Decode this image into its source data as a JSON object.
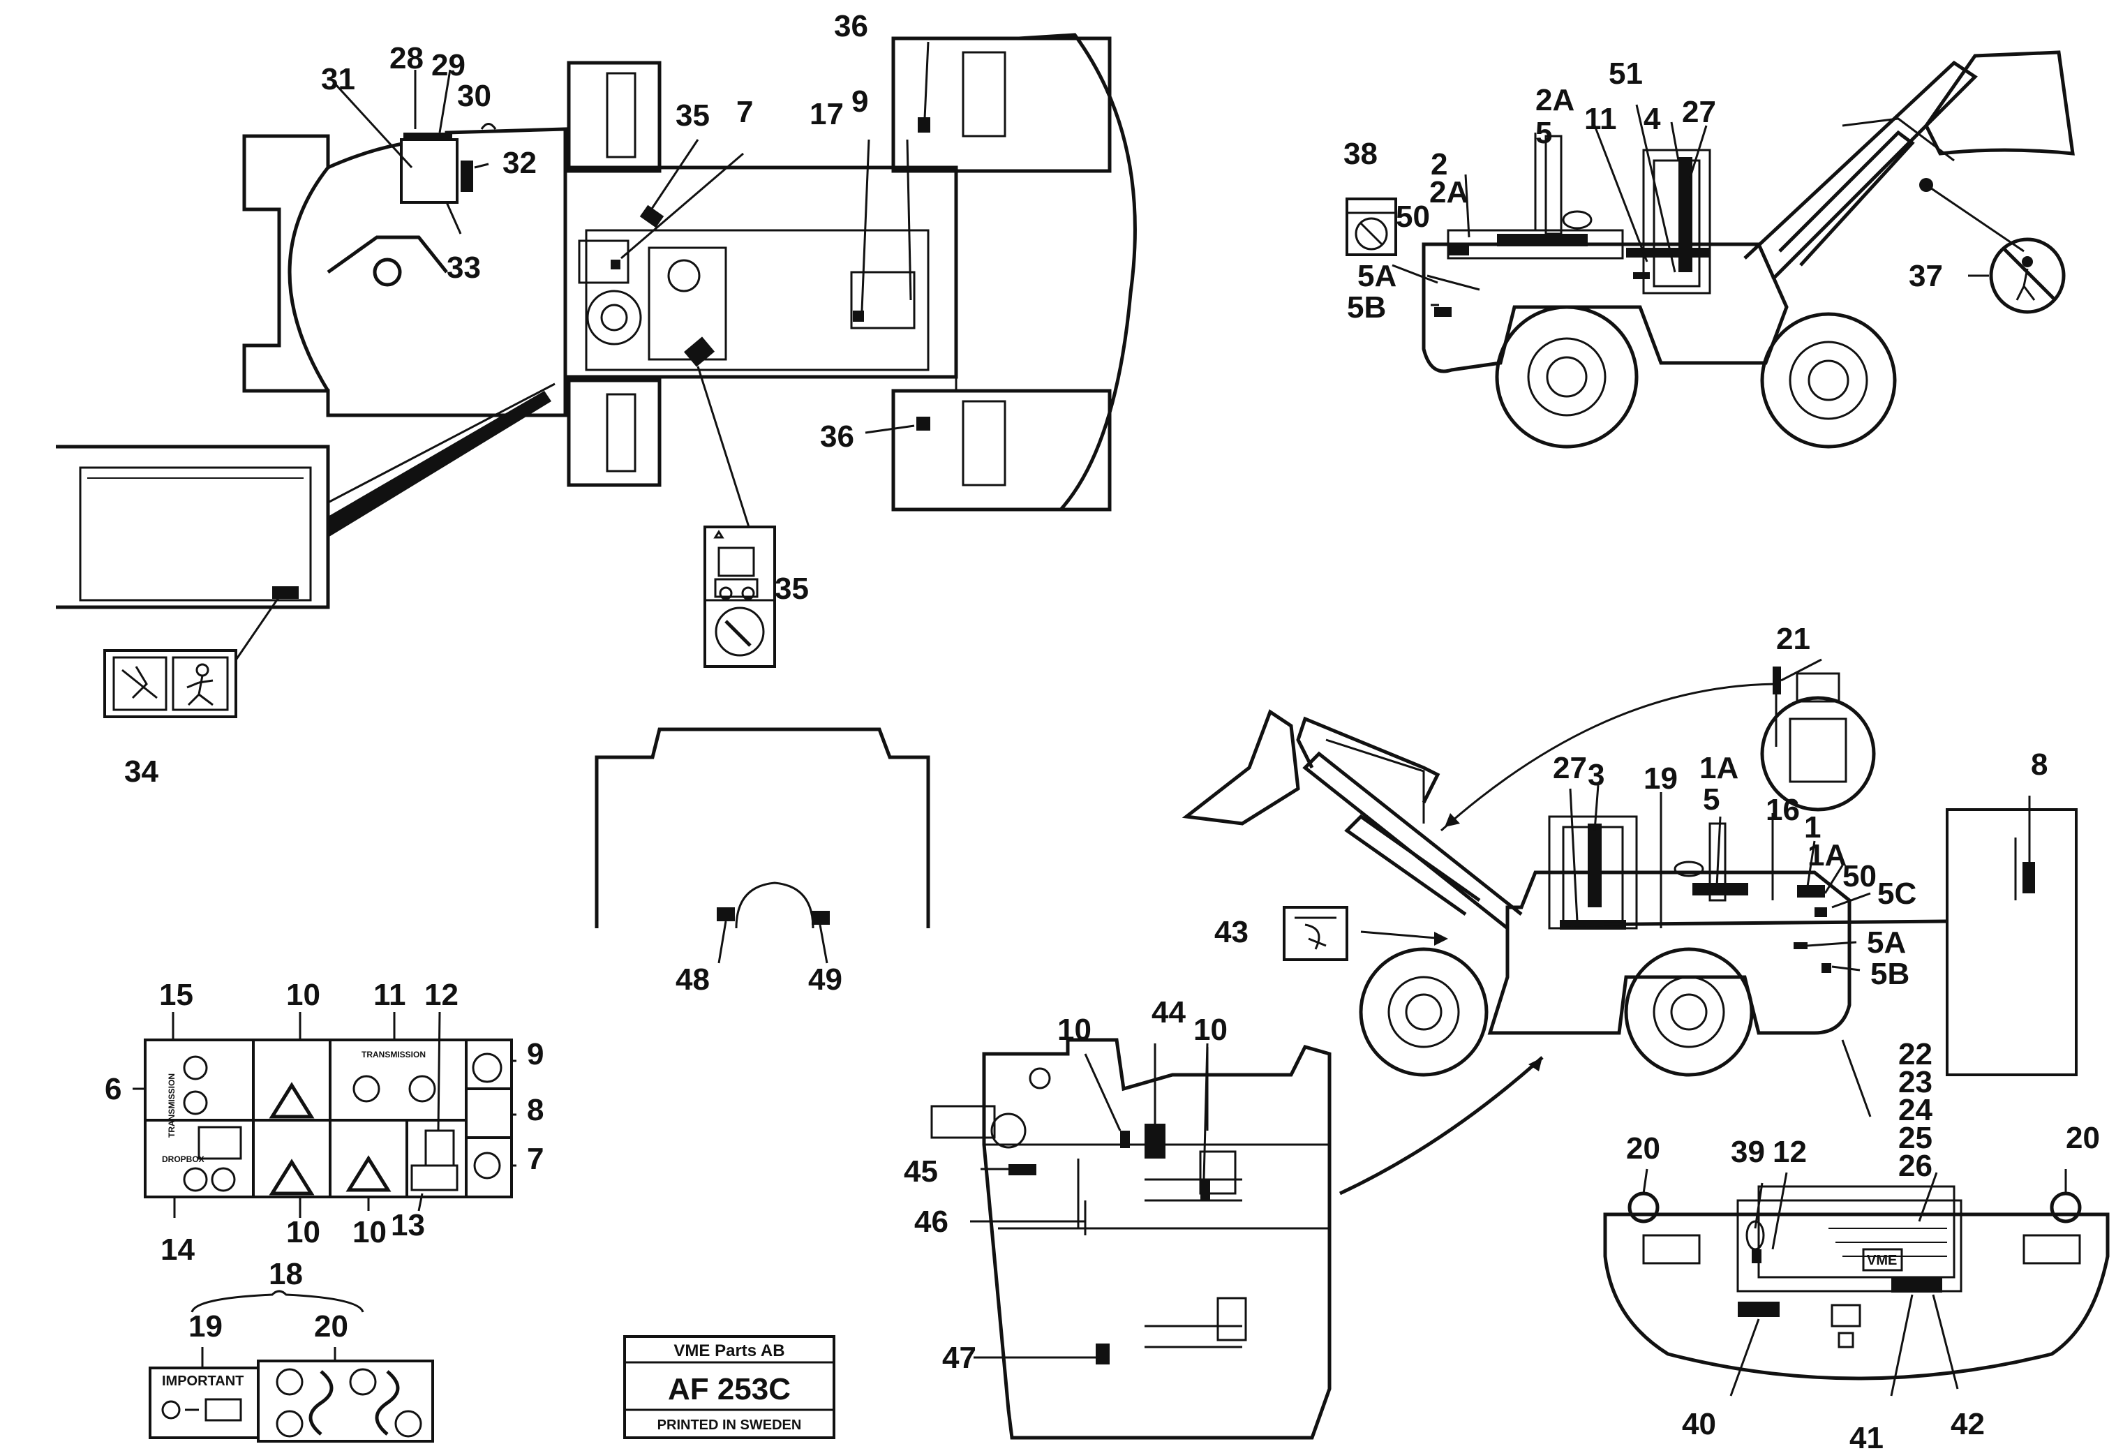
{
  "callouts": {
    "c1": "1",
    "c1A": "1A",
    "c2": "2",
    "c2A": "2A",
    "c3": "3",
    "c4": "4",
    "c5": "5",
    "c5A": "5A",
    "c5B": "5B",
    "c5C": "5C",
    "c6": "6",
    "c7": "7",
    "c8": "8",
    "c9": "9",
    "c10": "10",
    "c11": "11",
    "c12": "12",
    "c13": "13",
    "c14": "14",
    "c15": "15",
    "c16": "16",
    "c17": "17",
    "c18": "18",
    "c19": "19",
    "c20": "20",
    "c21": "21",
    "c22": "22",
    "c23": "23",
    "c24": "24",
    "c25": "25",
    "c26": "26",
    "c27": "27",
    "c28": "28",
    "c29": "29",
    "c30": "30",
    "c31": "31",
    "c32": "32",
    "c33": "33",
    "c34": "34",
    "c35": "35",
    "c36": "36",
    "c37": "37",
    "c38": "38",
    "c39": "39",
    "c40": "40",
    "c41": "41",
    "c42": "42",
    "c43": "43",
    "c44": "44",
    "c45": "45",
    "c46": "46",
    "c47": "47",
    "c48": "48",
    "c49": "49",
    "c50": "50",
    "c51": "51"
  },
  "decal_text": {
    "transmission": "TRANSMISSION",
    "dropbox": "DROPBOX",
    "important": "IMPORTANT"
  },
  "title_box": {
    "company": "VME Parts AB",
    "code": "AF 253C",
    "printed": "PRINTED IN SWEDEN"
  },
  "logo_text": "VME"
}
